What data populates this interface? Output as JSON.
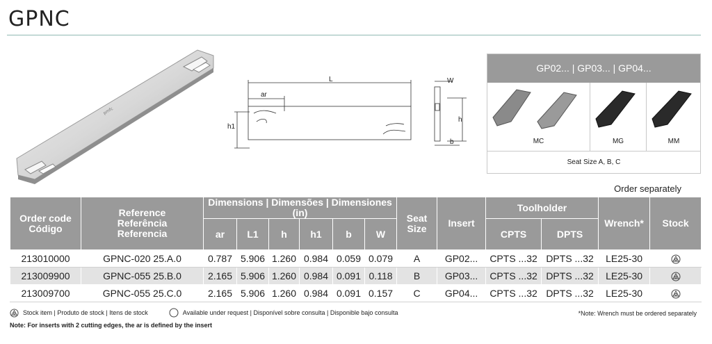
{
  "title": "GPNC",
  "drawing": {
    "L": "L",
    "ar": "ar",
    "W": "W",
    "h1": "h1",
    "h": "h",
    "b": "b"
  },
  "insert_panel": {
    "header": "GP02... | GP03... | GP04...",
    "inserts": [
      {
        "label": "MC",
        "color": "#8a8a8a"
      },
      {
        "label": "MG",
        "color": "#2a2a2a"
      },
      {
        "label": "MM",
        "color": "#2a2a2a"
      }
    ],
    "footer": "Seat Size A, B, C"
  },
  "order_separately": "Order separately",
  "table": {
    "headers": {
      "order_code": "Order code",
      "order_code_pt": "Código",
      "reference": "Reference",
      "reference_pt": "Referência",
      "reference_es": "Referencia",
      "dimensions": "Dimensions | Dimensões | Dimensiones (in)",
      "dims": [
        "ar",
        "L1",
        "h",
        "h1",
        "b",
        "W"
      ],
      "seat": "Seat",
      "size": "Size",
      "insert": "Insert",
      "toolholder": "Toolholder",
      "cpts": "CPTS",
      "dpts": "DPTS",
      "wrench": "Wrench*",
      "stock": "Stock"
    },
    "rows": [
      {
        "code": "213010000",
        "ref": "GPNC-020 25.A.0",
        "ar": "0.787",
        "L1": "5.906",
        "h": "1.260",
        "h1": "0.984",
        "b": "0.059",
        "W": "0.079",
        "seat": "A",
        "insert": "GP02...",
        "cpts": "CPTS ...32",
        "dpts": "DPTS ...32",
        "wrench": "LE25-30"
      },
      {
        "code": "213009900",
        "ref": "GPNC-055 25.B.0",
        "ar": "2.165",
        "L1": "5.906",
        "h": "1.260",
        "h1": "0.984",
        "b": "0.091",
        "W": "0.118",
        "seat": "B",
        "insert": "GP03...",
        "cpts": "CPTS ...32",
        "dpts": "DPTS ...32",
        "wrench": "LE25-30"
      },
      {
        "code": "213009700",
        "ref": "GPNC-055 25.C.0",
        "ar": "2.165",
        "L1": "5.906",
        "h": "1.260",
        "h1": "0.984",
        "b": "0.091",
        "W": "0.157",
        "seat": "C",
        "insert": "GP04...",
        "cpts": "CPTS ...32",
        "dpts": "DPTS ...32",
        "wrench": "LE25-30"
      }
    ]
  },
  "legend": {
    "stock": "Stock item | Produto de stock | Itens de stock",
    "available": "Available under request | Disponível sobre consulta | Disponible bajo consulta"
  },
  "note_wrench": "*Note: Wrench must be ordered separately",
  "note_inserts": "Note: For inserts with 2 cutting edges, the ar is defined by the insert"
}
